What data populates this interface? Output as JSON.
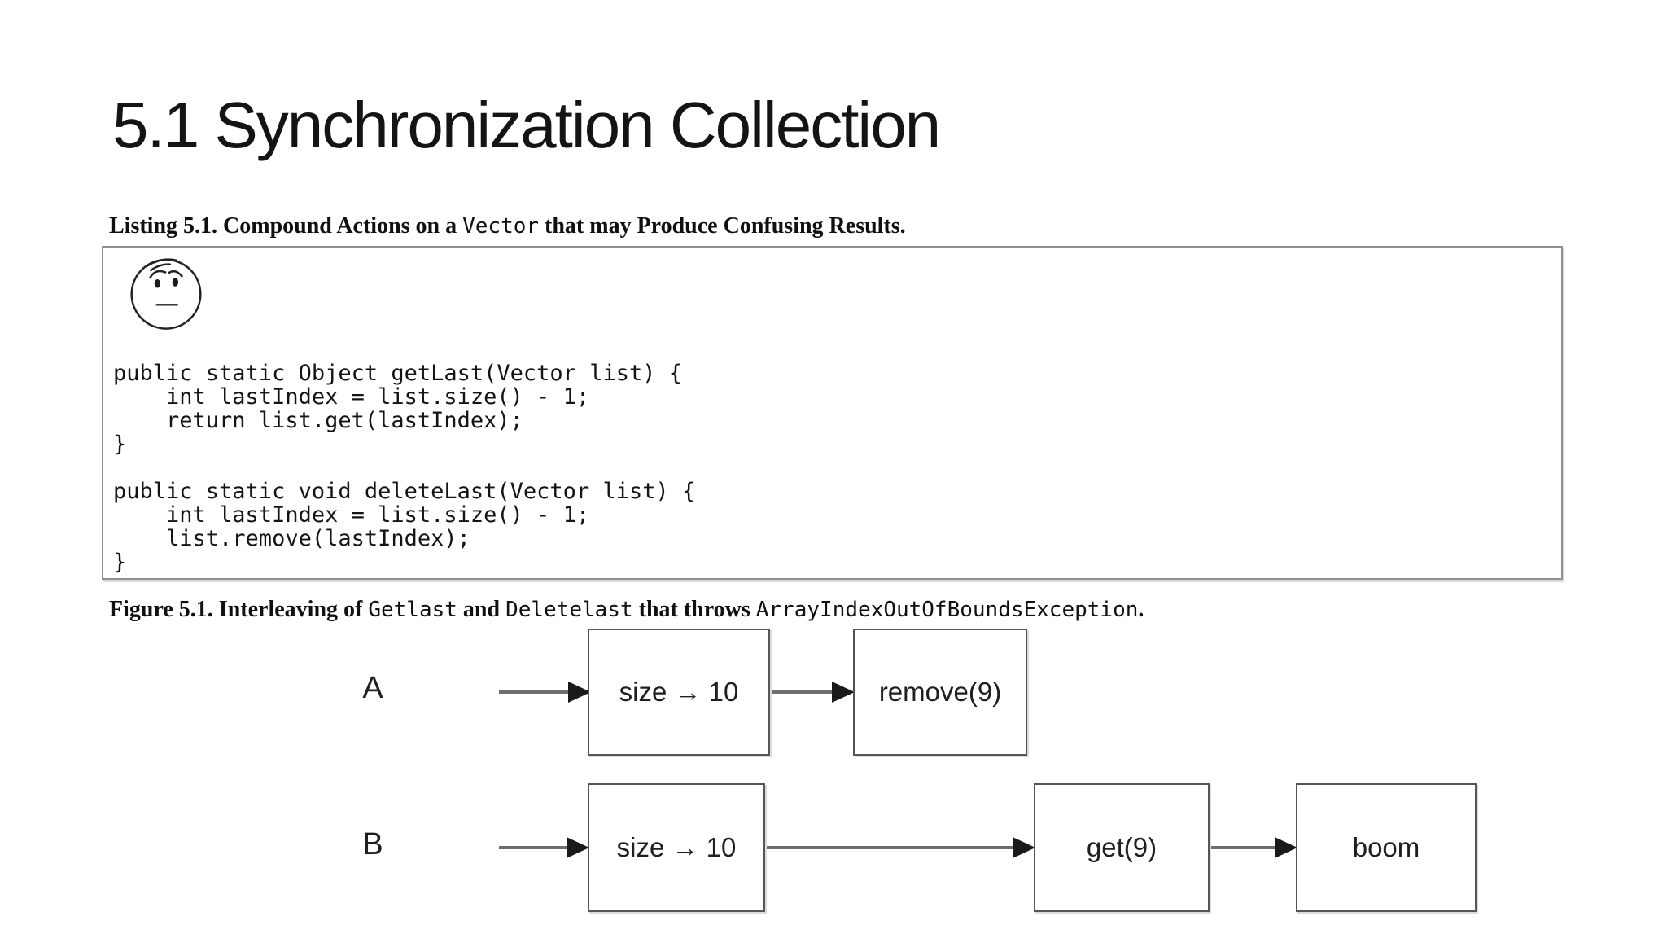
{
  "title": "5.1 Synchronization Collection",
  "listing": {
    "caption": {
      "prefix": "Listing 5.1. Compound Actions on a ",
      "code": "Vector",
      "suffix": " that may Produce Confusing Results."
    },
    "icon": "confused-face-icon",
    "code": "public static Object getLast(Vector list) {\n    int lastIndex = list.size() - 1;\n    return list.get(lastIndex);\n}\n\npublic static void deleteLast(Vector list) {\n    int lastIndex = list.size() - 1;\n    list.remove(lastIndex);\n}"
  },
  "figure": {
    "caption": {
      "prefix": "Figure 5.1. Interleaving of ",
      "code1": "Getlast",
      "mid1": " and ",
      "code2": "Deletelast",
      "mid2": " that throws ",
      "code3": "ArrayIndexOutOfBoundsException",
      "suffix": "."
    },
    "diagram": {
      "rows": [
        {
          "label": "A",
          "boxes": [
            "size → 10",
            "remove(9)"
          ]
        },
        {
          "label": "B",
          "boxes": [
            "size → 10",
            "get(9)",
            "boom"
          ]
        }
      ]
    }
  },
  "colors": {
    "background": "#ffffff",
    "text": "#141414",
    "box_border": "#555555",
    "arrow_shaft": "#6e6e6e",
    "arrow_head": "#1a1a1a"
  }
}
